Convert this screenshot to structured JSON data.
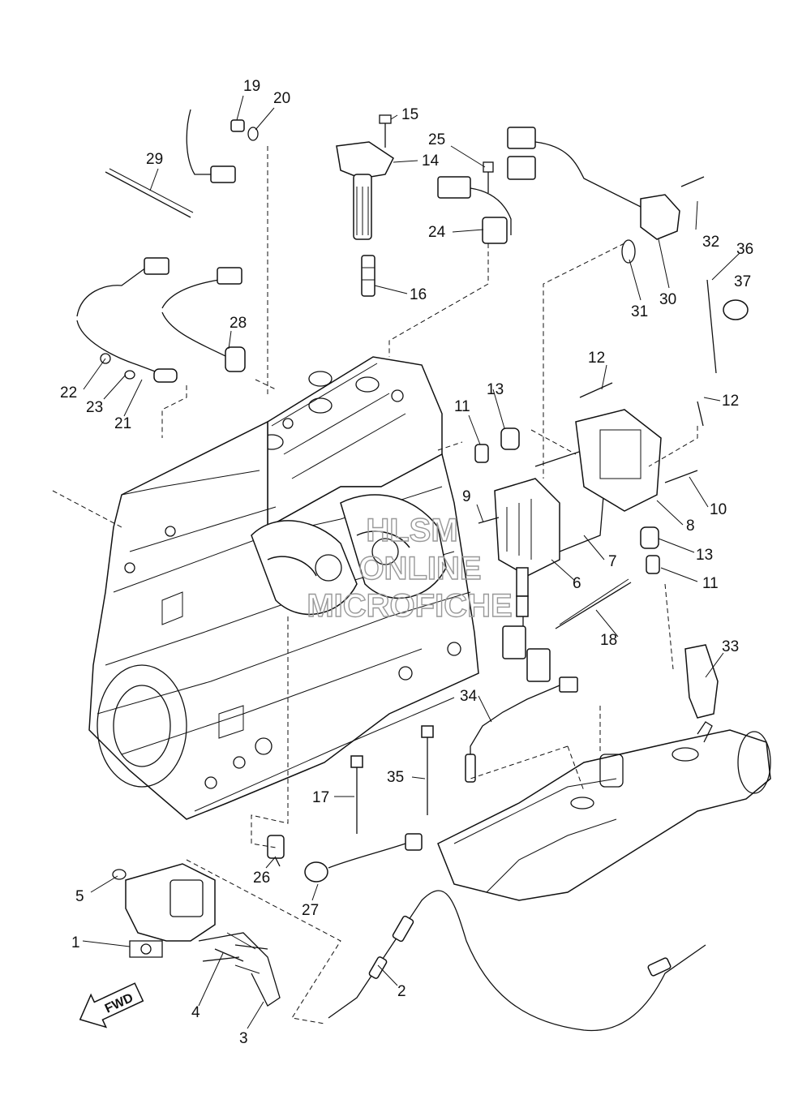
{
  "watermark": {
    "line1": "HLSM",
    "line2": "ONLINE",
    "line3": "MICROFICHE"
  },
  "fwd_label": "FWD",
  "callouts": [
    "1",
    "2",
    "3",
    "4",
    "5",
    "6",
    "7",
    "8",
    "9",
    "10",
    "11",
    "11",
    "12",
    "12",
    "13",
    "13",
    "14",
    "15",
    "16",
    "17",
    "18",
    "19",
    "20",
    "21",
    "22",
    "23",
    "24",
    "25",
    "26",
    "27",
    "28",
    "29",
    "30",
    "31",
    "32",
    "33",
    "34",
    "35",
    "36",
    "37"
  ],
  "icons": [
    "fwd-arrow-icon"
  ]
}
